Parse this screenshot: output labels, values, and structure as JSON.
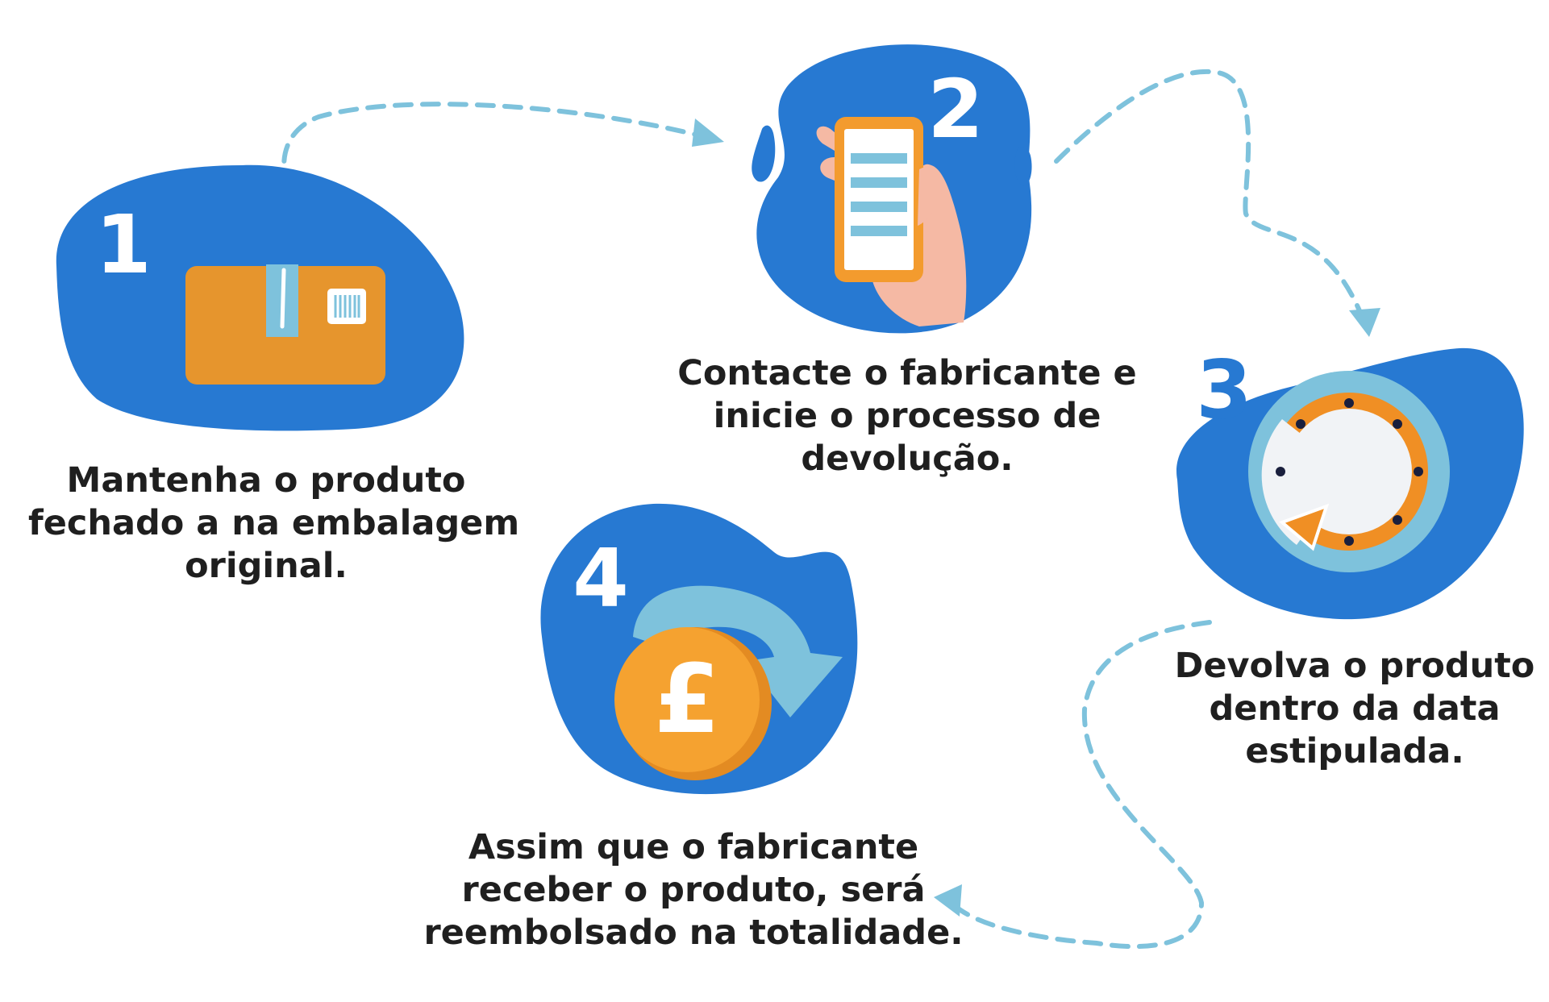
{
  "colors": {
    "blob": "#2779d2",
    "arrow": "#7ec2dc",
    "text": "#1f1f1f",
    "number_white": "#ffffff",
    "number_blue": "#2779d2",
    "box": "#e6952d",
    "phone_frame": "#f39b2e",
    "hand": "#f5b9a4",
    "coin": "#f5a230",
    "coin_shade": "#e38b22",
    "clock_ring": "#7ec2dc",
    "clock_face": "#f1f3f6"
  },
  "steps": [
    {
      "number": "1",
      "icon": "package-box-icon",
      "caption": [
        "Mantenha o produto",
        "fechado a na embalagem",
        "original."
      ]
    },
    {
      "number": "2",
      "icon": "smartphone-in-hand-icon",
      "caption": [
        "Contacte o fabricante e",
        "inicie o processo de",
        "devolução."
      ]
    },
    {
      "number": "3",
      "icon": "clock-icon",
      "caption": [
        "Devolva o produto",
        "dentro da data",
        "estipulada."
      ]
    },
    {
      "number": "4",
      "icon": "pound-coin-icon",
      "currency_symbol": "£",
      "caption": [
        "Assim que o fabricante",
        "receber o produto, será",
        "reembolsado na totalidade."
      ]
    }
  ]
}
